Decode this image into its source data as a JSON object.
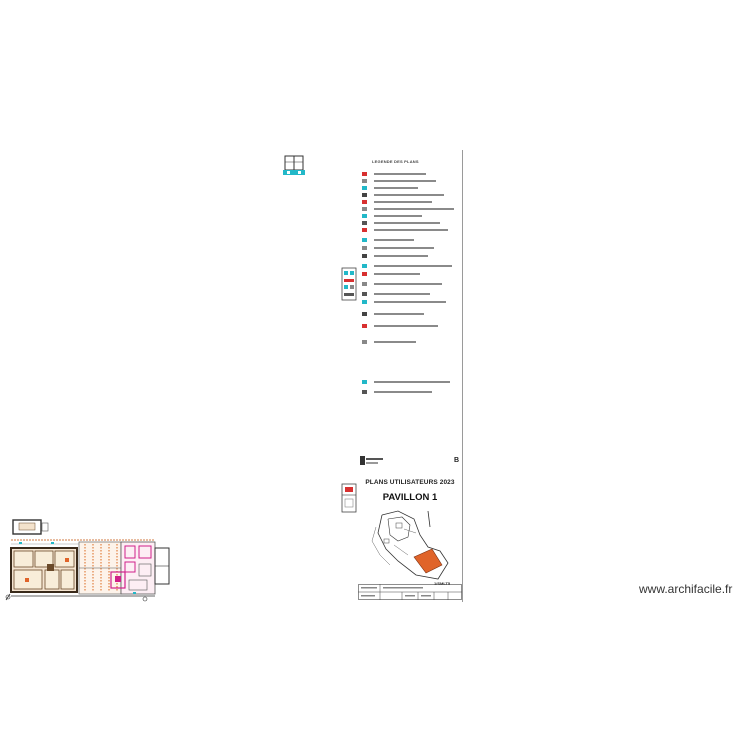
{
  "legend": {
    "title": "LEGENDE DES PLANS"
  },
  "sheet": {
    "letter": "B",
    "heading": "PLANS UTILISATEURS 2023",
    "title": "PAVILLON 1",
    "code": "1/SMLT5"
  },
  "watermark": {
    "text": "www.archifacile.fr"
  },
  "colors": {
    "accent_orange": "#e0642a",
    "plan_brown": "#6b4a2a",
    "plan_magenta": "#d0208a",
    "symbol_cyan": "#22b8c8",
    "symbol_red": "#d83030"
  }
}
